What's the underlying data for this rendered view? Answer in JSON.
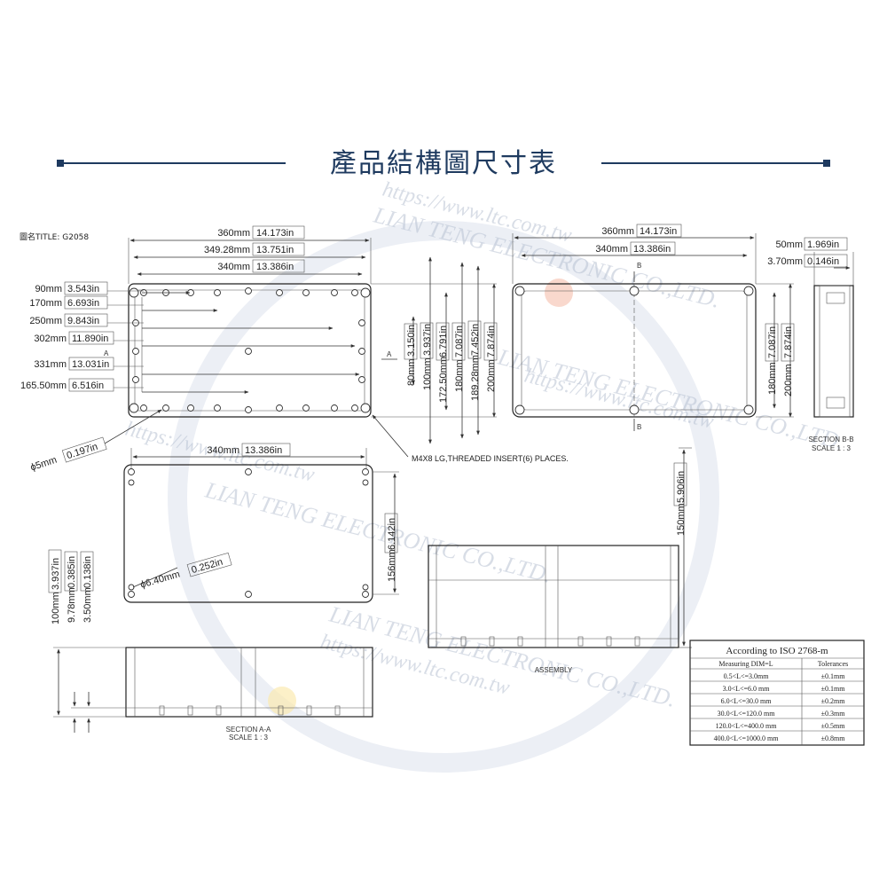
{
  "header": {
    "title": "產品結構圖尺寸表",
    "accent_color": "#1e3a5f"
  },
  "drawing_title": "圖名TITLE: G2058",
  "top_view": {
    "widths": [
      "360mm",
      "14.173in",
      "349.28mm",
      "13.751in",
      "340mm",
      "13.386in"
    ],
    "left_dims": [
      {
        "mm": "90mm",
        "in": "3.543in"
      },
      {
        "mm": "170mm",
        "in": "6.693in"
      },
      {
        "mm": "250mm",
        "in": "9.843in"
      },
      {
        "mm": "302mm",
        "in": "11.890in"
      },
      {
        "mm": "331mm",
        "in": "13.031in"
      },
      {
        "mm": "165.50mm",
        "in": "6.516in"
      }
    ],
    "right_dims": [
      {
        "mm": "80mm",
        "in": "3.150in"
      },
      {
        "mm": "100mm",
        "in": "3.937in"
      },
      {
        "mm": "172.50mm",
        "in": "6.791in"
      },
      {
        "mm": "180mm",
        "in": "7.087in"
      },
      {
        "mm": "189.28mm",
        "in": "7.452in"
      },
      {
        "mm": "200mm",
        "in": "7.874in"
      }
    ],
    "hole_mm": "ϕ5mm",
    "hole_in": "0.197in",
    "section_mark": "A",
    "note": "M4X8 LG,THREADED INSERT(6) PLACES."
  },
  "right_view": {
    "w1_mm": "360mm",
    "w1_in": "14.173in",
    "w2_mm": "340mm",
    "w2_in": "13.386in",
    "h1_mm": "180mm",
    "h1_in": "7.087in",
    "h2_mm": "200mm",
    "h2_in": "7.874in",
    "section_mark": "B"
  },
  "section_bb": {
    "d1_mm": "50mm",
    "d1_in": "1.969in",
    "d2_mm": "3.70mm",
    "d2_in": "0.146in",
    "label": "SECTION B-B",
    "scale": "SCALE 1 : 3"
  },
  "bottom_view": {
    "w_mm": "340mm",
    "w_in": "13.386in",
    "h_mm": "156mm",
    "h_in": "6.142in",
    "hole_mm": "ϕ6.40mm",
    "hole_in": "0.252in"
  },
  "section_aa": {
    "d1_mm": "100mm",
    "d1_in": "3.937in",
    "d2_mm": "9.78mm",
    "d2_in": "0.385in",
    "d3_mm": "3.50mm",
    "d3_in": "0.138in",
    "label": "SECTION A-A",
    "scale": "SCALE 1 : 3"
  },
  "assembly": {
    "h_mm": "150mm",
    "h_in": "5.906in",
    "label": "ASSEMBLY"
  },
  "tolerance_table": {
    "title": "According to ISO 2768-m",
    "headers": [
      "Measuring  DIM=L",
      "Tolerances"
    ],
    "rows": [
      [
        "0.5<L<=3.0mm",
        "±0.1mm"
      ],
      [
        "3.0<L<=6.0 mm",
        "±0.1mm"
      ],
      [
        "6.0<L<=30.0 mm",
        "±0.2mm"
      ],
      [
        "30.0<L<=120.0 mm",
        "±0.3mm"
      ],
      [
        "120.0<L<=400.0 mm",
        "±0.5mm"
      ],
      [
        "400.0<L<=1000.0 mm",
        "±0.8mm"
      ]
    ]
  },
  "watermark": {
    "line1": "LIAN TENG ELECTRONIC CO.,LTD.",
    "line2": "https://www.ltc.com.tw"
  }
}
